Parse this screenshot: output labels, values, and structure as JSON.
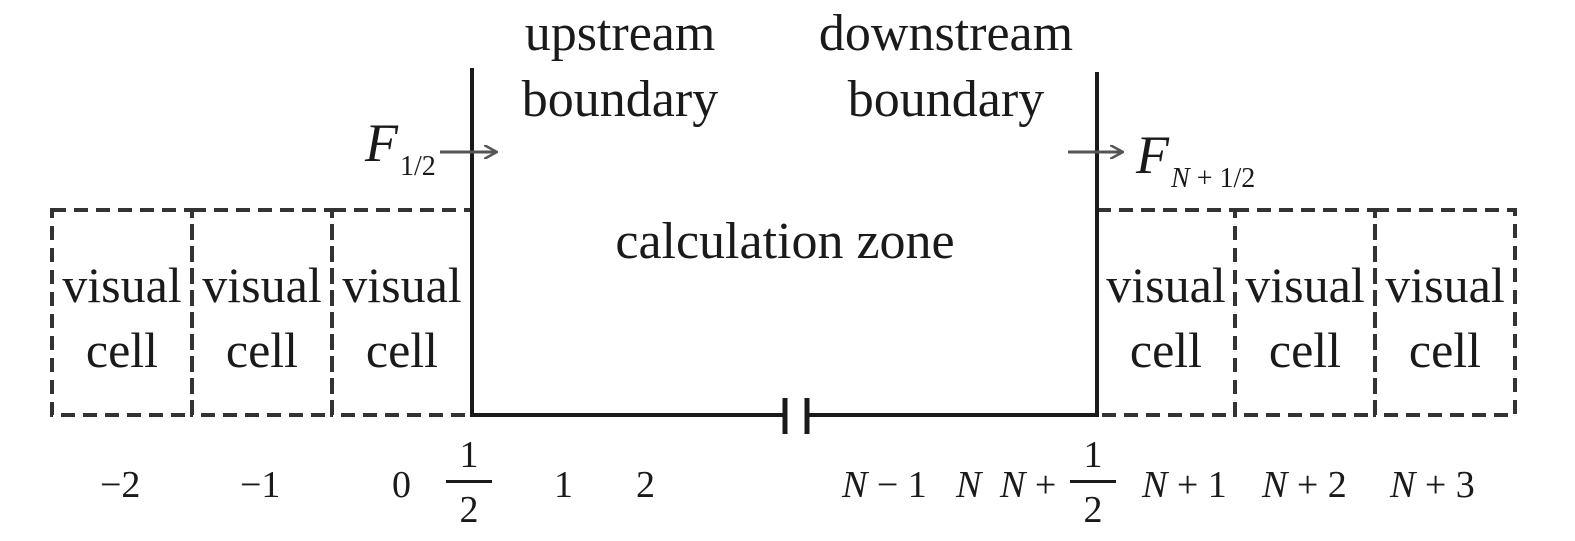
{
  "upstream_label": [
    "upstream",
    "boundary"
  ],
  "downstream_label": [
    "downstream",
    "boundary"
  ],
  "zone_label": "calculation zone",
  "cell_label": [
    "visual",
    "cell"
  ],
  "flux_in": {
    "symbol": "F",
    "subscript": "1/2"
  },
  "flux_out": {
    "symbol": "F",
    "subscript_var": "N",
    "subscript_rest": " + 1/2"
  },
  "ticks": {
    "minus2": "−2",
    "minus1": "−1",
    "zero": "0",
    "half_num": "1",
    "half_den": "2",
    "one": "1",
    "two": "2",
    "n_minus_1_var": "N",
    "n_minus_1_rest": " − 1",
    "n": "N",
    "n_plus_half_var": "N",
    "n_plus_half_op": " +",
    "n_plus_half_num": "1",
    "n_plus_half_den": "2",
    "n_plus_1_var": "N",
    "n_plus_1_rest": " + 1",
    "n_plus_2_var": "N",
    "n_plus_2_rest": " + 2",
    "n_plus_3_var": "N",
    "n_plus_3_rest": " + 3"
  },
  "colors": {
    "line": "#1a1a1a",
    "dash": "#333333",
    "arrow": "#555555"
  }
}
